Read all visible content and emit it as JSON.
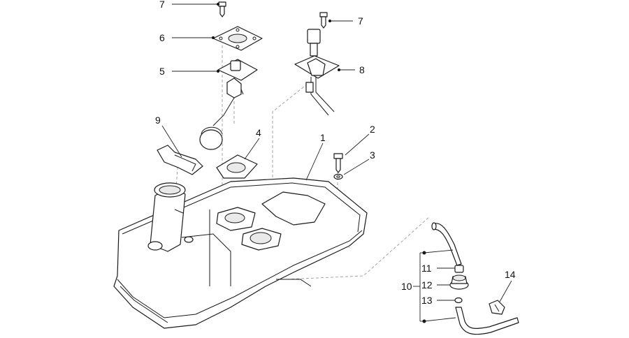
{
  "callouts": {
    "c1": "1",
    "c2": "2",
    "c3": "3",
    "c4": "4",
    "c5": "5",
    "c6": "6",
    "c7a": "7",
    "c7b": "7",
    "c8": "8",
    "c9": "9",
    "c10": "10",
    "c11": "11",
    "c12": "12",
    "c13": "13",
    "c14": "14"
  }
}
